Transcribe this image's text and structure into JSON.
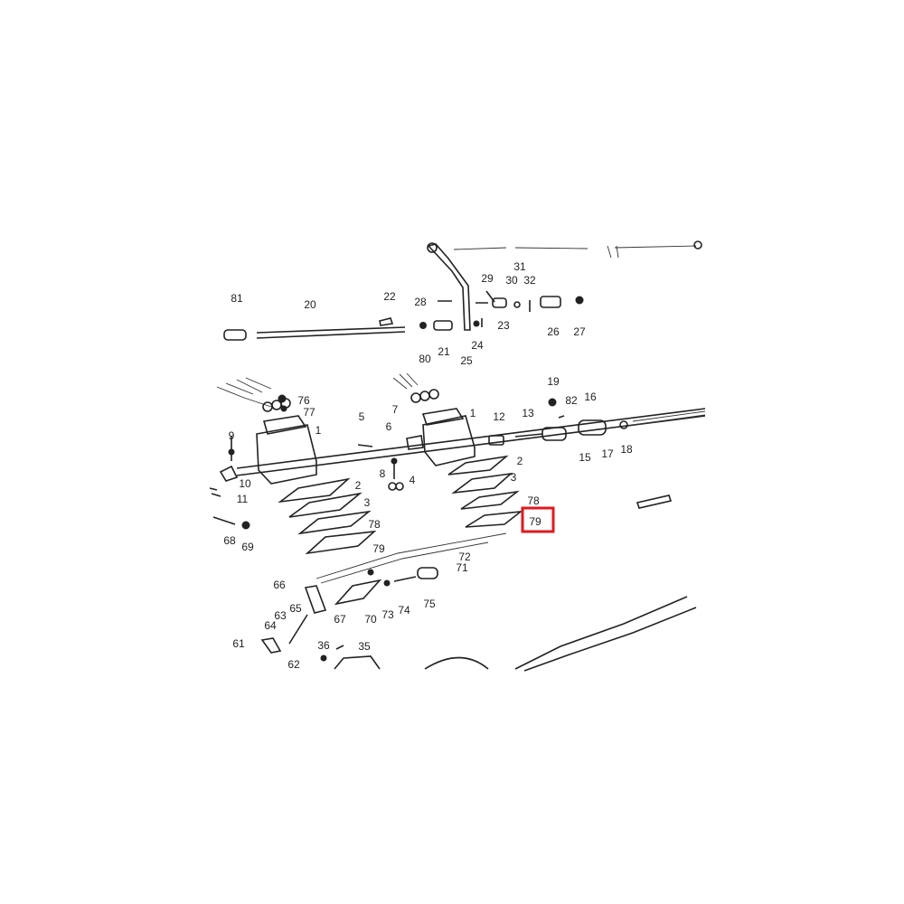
{
  "diagram": {
    "type": "exploded-parts-diagram",
    "highlight": {
      "label": "79",
      "color": "#e0191f"
    },
    "callouts": [
      "81",
      "20",
      "22",
      "28",
      "29",
      "31",
      "30",
      "32",
      "23",
      "26",
      "27",
      "80",
      "21",
      "24",
      "25",
      "19",
      "82",
      "16",
      "76",
      "77",
      "1",
      "7",
      "5",
      "6",
      "1",
      "12",
      "13",
      "15",
      "17",
      "18",
      "9",
      "10",
      "11",
      "2",
      "3",
      "78",
      "79",
      "8",
      "4",
      "2",
      "3",
      "78",
      "79",
      "68",
      "69",
      "72",
      "71",
      "66",
      "65",
      "63",
      "67",
      "70",
      "73",
      "74",
      "75",
      "64",
      "61",
      "36",
      "35",
      "62"
    ]
  }
}
